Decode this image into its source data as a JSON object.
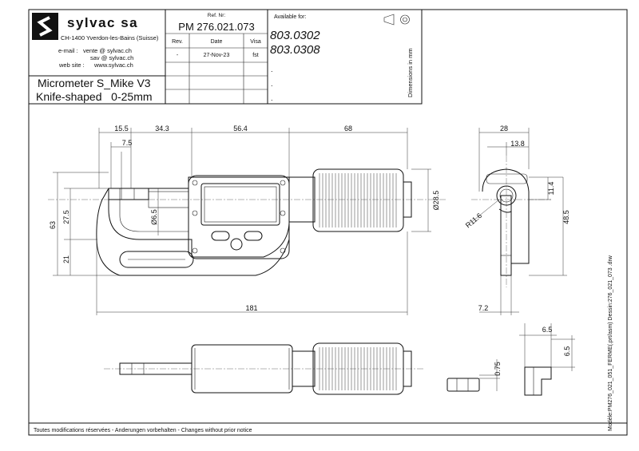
{
  "title_block": {
    "company": "sylvac sa",
    "address": "CH-1400 Yverdon-les-Bains (Suisse)",
    "email_label": "e-mail :",
    "email_1": "vente @ sylvac.ch",
    "email_2": "sav @ sylvac.ch",
    "web_label": "web site :",
    "web": "www.sylvac.ch",
    "ref_label": "Ref. Nr:",
    "ref_number": "PM 276.021.073",
    "rev_header": "Rev.",
    "date_header": "Date",
    "visa_header": "Visa",
    "rev": "-",
    "date": "27-Nov-23",
    "visa": "fst",
    "product_line1": "Micrometer S_Mike V3",
    "product_line2": "Knife-shaped   0-25mm",
    "available_label": "Available for:",
    "available_items": [
      "803.0302",
      "803.0308",
      ".",
      ".",
      "."
    ],
    "units_note": "Dimensions in mm",
    "projection_icon": "first-angle-projection-icon"
  },
  "dimensions": {
    "top_15_5": "15.5",
    "top_34_3": "34.3",
    "top_56_4": "56.4",
    "top_68": "68",
    "top_7_5": "7.5",
    "overall_181": "181",
    "height_63": "63",
    "height_27_5": "27.5",
    "height_21": "21",
    "spindle_dia": "Ø6.5",
    "thimble_dia": "Ø28.5",
    "side_28": "28",
    "side_13_8": "13.8",
    "side_11_4": "11.4",
    "side_48_5": "48.5",
    "side_radius": "R11.6",
    "side_7_2": "7.2",
    "blade_0_75": "0.75",
    "detail_6_5_h": "6.5",
    "detail_6_5_v": "6.5"
  },
  "footer": {
    "notice": "Toutes modifications réservées - Anderungen vorbehalten - Changes without prior notice",
    "file_info": "Modèle:PM276_021_051_FERME(.prt/asm)  Dessin:276_021_073 .drw"
  }
}
